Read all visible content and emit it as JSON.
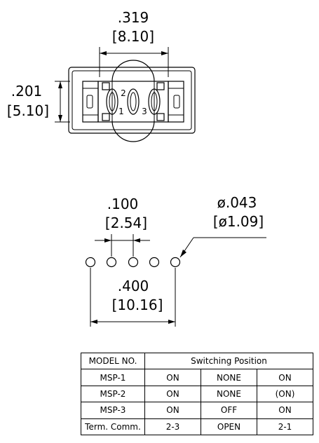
{
  "dimensions": {
    "width": {
      "in": ".319",
      "mm": "[8.10]"
    },
    "height": {
      "in": ".201",
      "mm": "[5.10]"
    },
    "pitch": {
      "in": ".100",
      "mm": "[2.54]"
    },
    "span": {
      "in": ".400",
      "mm": "[10.16]"
    },
    "hole": {
      "in": "ø.043",
      "mm": "[ø1.09]"
    }
  },
  "terminal_labels": {
    "t1": "1",
    "t2": "2",
    "t3": "3"
  },
  "table": {
    "header": {
      "model": "MODEL NO.",
      "switching": "Switching Position"
    },
    "rows": [
      {
        "model": "MSP-1",
        "p1": "ON",
        "p2": "NONE",
        "p3": "ON"
      },
      {
        "model": "MSP-2",
        "p1": "ON",
        "p2": "NONE",
        "p3": "(ON)"
      },
      {
        "model": "MSP-3",
        "p1": "ON",
        "p2": "OFF",
        "p3": "ON"
      },
      {
        "model": "Term. Comm.",
        "p1": "2-3",
        "p2": "OPEN",
        "p3": "2-1"
      }
    ]
  }
}
